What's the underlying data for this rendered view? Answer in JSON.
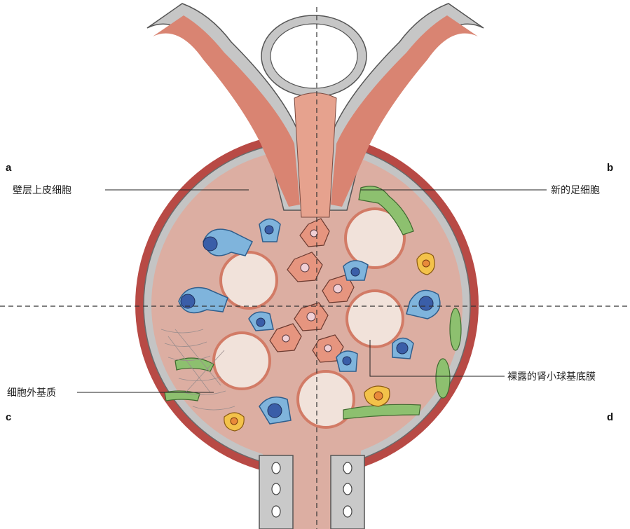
{
  "panels": {
    "a": "a",
    "b": "b",
    "c": "c",
    "d": "d"
  },
  "labels": {
    "parietal_epithelial": "壁层上皮细胞",
    "new_podocyte": "新的足细胞",
    "extracellular_matrix": "细胞外基质",
    "bare_gbm": "裸露的肾小球基底膜"
  },
  "colors": {
    "capsule_wall": "#b84a45",
    "interior": "#dcaea2",
    "epithelium": "#b9b9b9",
    "vessel": "#d98472",
    "podocyte": "#7fb4dc",
    "nucleus": "#3a5ea8",
    "capillary": "#f1e2da",
    "mesangial": "#e6957f",
    "new_cell": "#8dc06f",
    "macrophage": "#f3c24a"
  }
}
